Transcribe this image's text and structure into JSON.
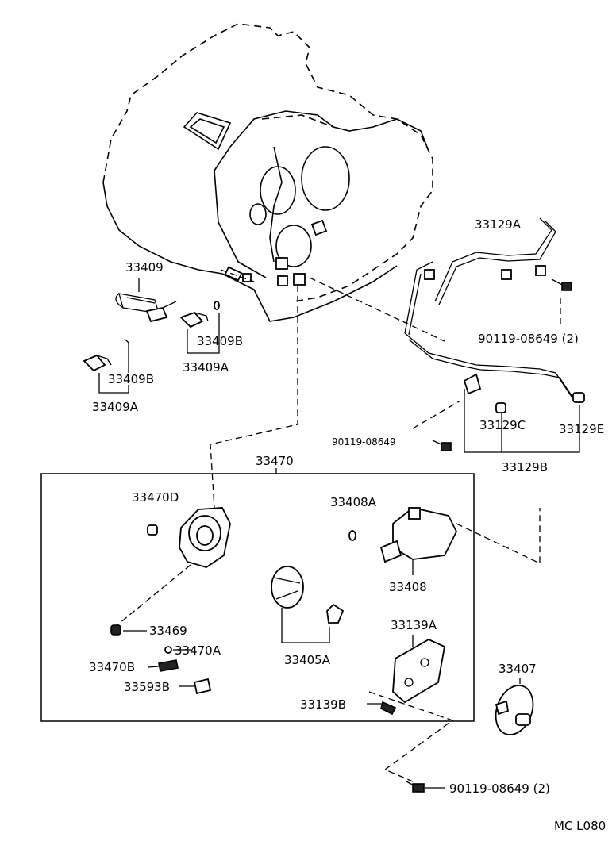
{
  "labels": {
    "p33129A": "33129A",
    "p90119_08649_top": "90119-08649 (2)",
    "p33409": "33409",
    "p33409B_1": "33409B",
    "p33409A_1": "33409A",
    "p33409B_2": "33409B",
    "p33409A_2": "33409A",
    "p90119_08649_mid": "90119-08649",
    "p33129C": "33129C",
    "p33129E": "33129E",
    "p33129B": "33129B",
    "p33470": "33470",
    "p33470D": "33470D",
    "p33408A": "33408A",
    "p33408": "33408",
    "p33469": "33469",
    "p33470A": "33470A",
    "p33470B": "33470B",
    "p33593B": "33593B",
    "p33405A": "33405A",
    "p33139A": "33139A",
    "p33139B": "33139B",
    "p33407": "33407",
    "p90119_08649_bottom": "90119-08649 (2)",
    "code": "MC  L080"
  }
}
